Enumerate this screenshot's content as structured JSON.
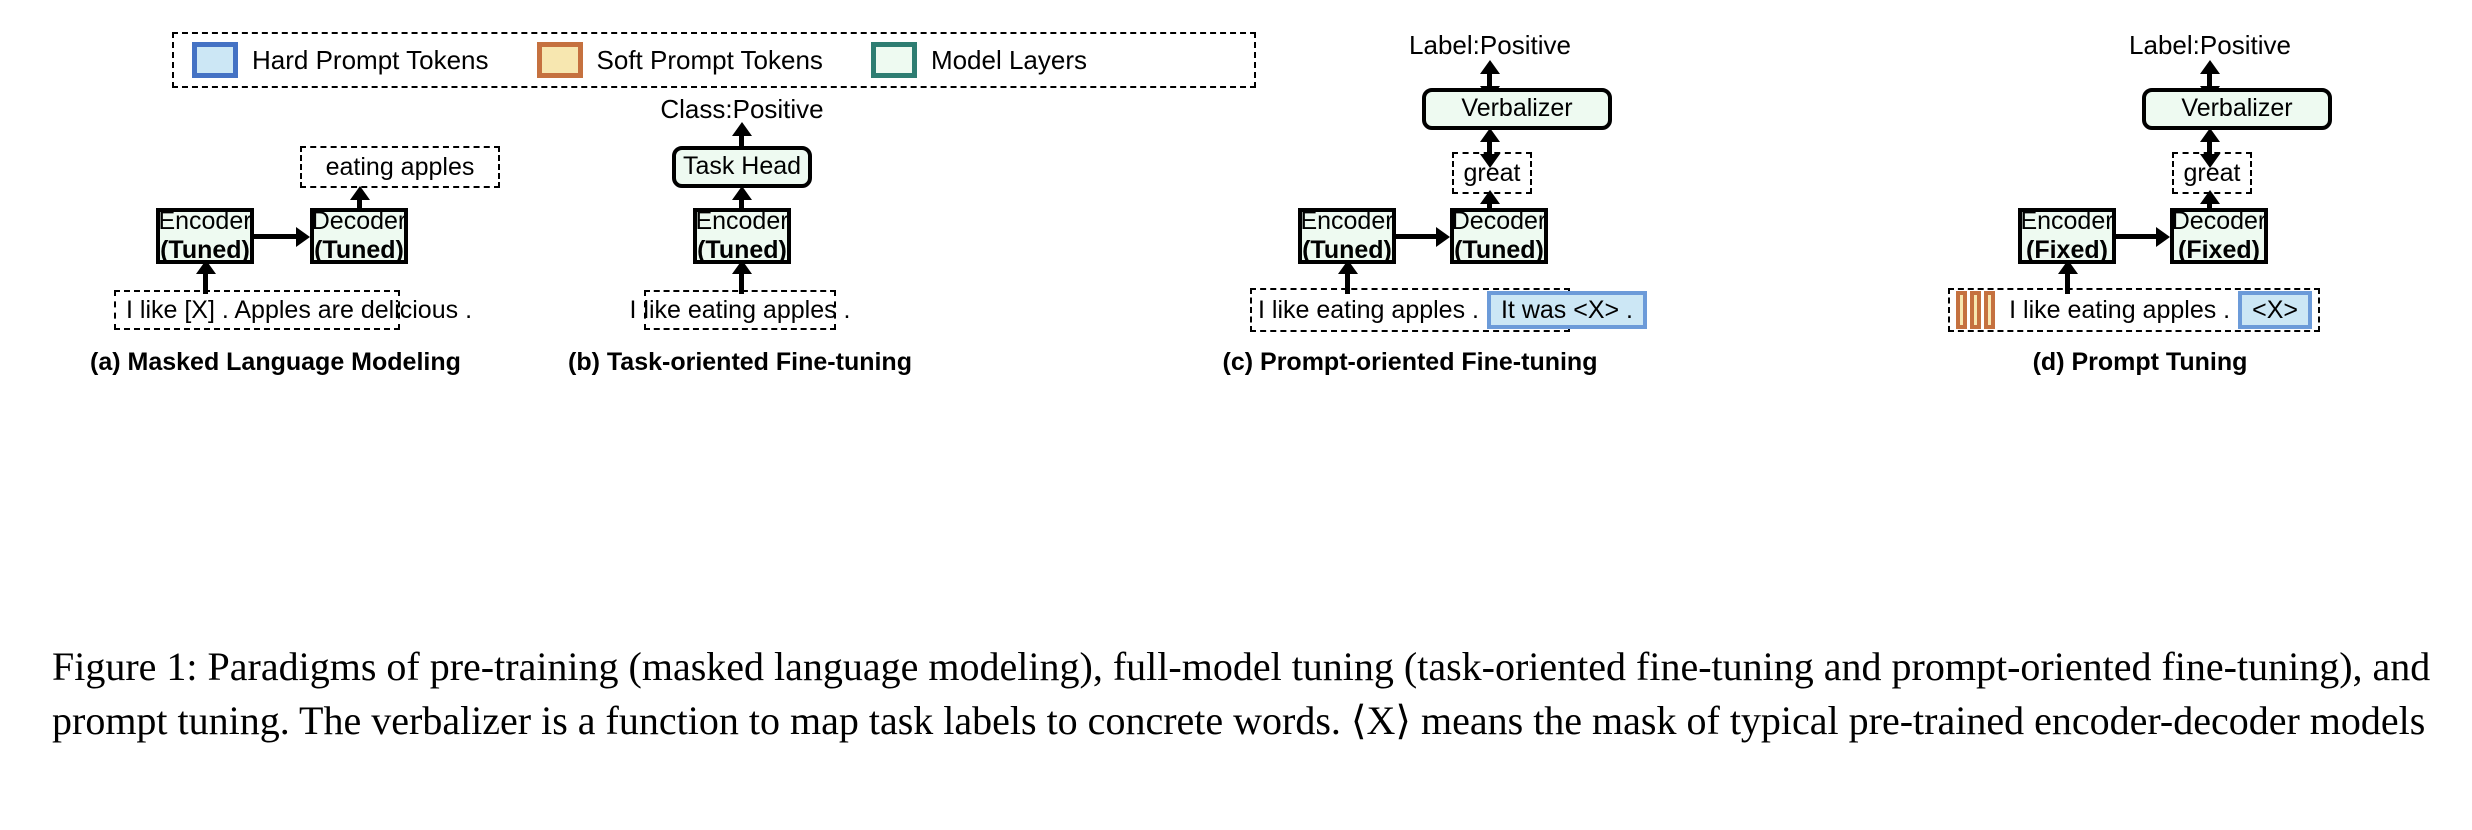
{
  "legend": {
    "items": [
      {
        "label": "Hard Prompt Tokens",
        "swatch": "hard-prompt-swatch",
        "color": "#cce7f5",
        "border": "#4472c4"
      },
      {
        "label": "Soft Prompt Tokens",
        "swatch": "soft-prompt-swatch",
        "color": "#f7e7b0",
        "border": "#c5713f"
      },
      {
        "label": "Model Layers",
        "swatch": "model-layer-swatch",
        "color": "#eefaf1",
        "border": "#2e7d72"
      }
    ]
  },
  "panels": {
    "a": {
      "caption": "(a) Masked Language Modeling",
      "output": "eating apples",
      "encoder": {
        "name": "Encoder",
        "state": "(Tuned)"
      },
      "decoder": {
        "name": "Decoder",
        "state": "(Tuned)"
      },
      "input": "I like [X] .  Apples are delicious ."
    },
    "b": {
      "caption": "(b) Task-oriented Fine-tuning",
      "class_label": "Class:Positive",
      "task_head": "Task Head",
      "encoder": {
        "name": "Encoder",
        "state": "(Tuned)"
      },
      "input": "I like eating apples ."
    },
    "c": {
      "caption": "(c) Prompt-oriented Fine-tuning",
      "class_label": "Label:Positive",
      "verbalizer": "Verbalizer",
      "word": "great",
      "encoder": {
        "name": "Encoder",
        "state": "(Tuned)"
      },
      "decoder": {
        "name": "Decoder",
        "state": "(Tuned)"
      },
      "input_plain": "I like eating apples .",
      "input_hard_prompt": "It was <X> ."
    },
    "d": {
      "caption": "(d) Prompt Tuning",
      "class_label": "Label:Positive",
      "verbalizer": "Verbalizer",
      "word": "great",
      "encoder": {
        "name": "Encoder",
        "state": "(Fixed)"
      },
      "decoder": {
        "name": "Decoder",
        "state": "(Fixed)"
      },
      "soft_prompt_count": 3,
      "input_plain": "I like eating apples .",
      "input_hard_prompt": "<X>"
    }
  },
  "caption": {
    "text": "Figure 1:  Paradigms of pre-training (masked language modeling), full-model tuning (task-oriented fine-tuning and prompt-oriented fine-tuning), and prompt tuning.  The verbalizer is a function to map task labels to concrete words.  ⟨X⟩  means the mask of typical pre-trained encoder-decoder models"
  }
}
